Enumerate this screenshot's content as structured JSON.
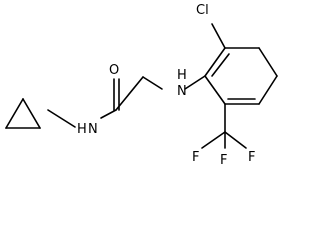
{
  "molecule": {
    "atoms": {
      "cl": "Cl",
      "o": "O",
      "nh_amine": "H",
      "n_amine": "N",
      "n_amide": "N",
      "h_amide": "H",
      "f_top": "F",
      "f_left": "F",
      "f_right": "F"
    }
  }
}
